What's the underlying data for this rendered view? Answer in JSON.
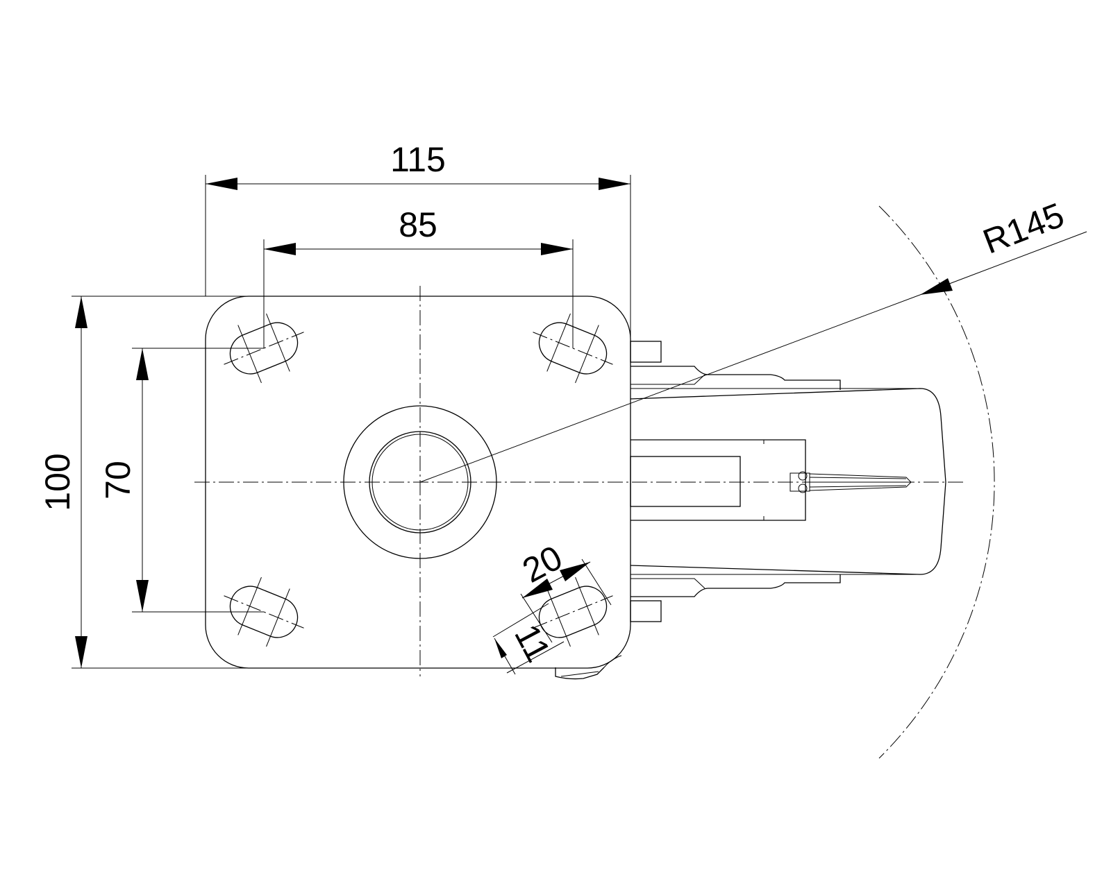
{
  "drawing": {
    "dimensions": {
      "plate_width": "115",
      "hole_spacing_x": "85",
      "plate_height": "100",
      "hole_spacing_y": "70",
      "slot_length": "20",
      "slot_width": "11",
      "swivel_radius": "R145"
    }
  }
}
